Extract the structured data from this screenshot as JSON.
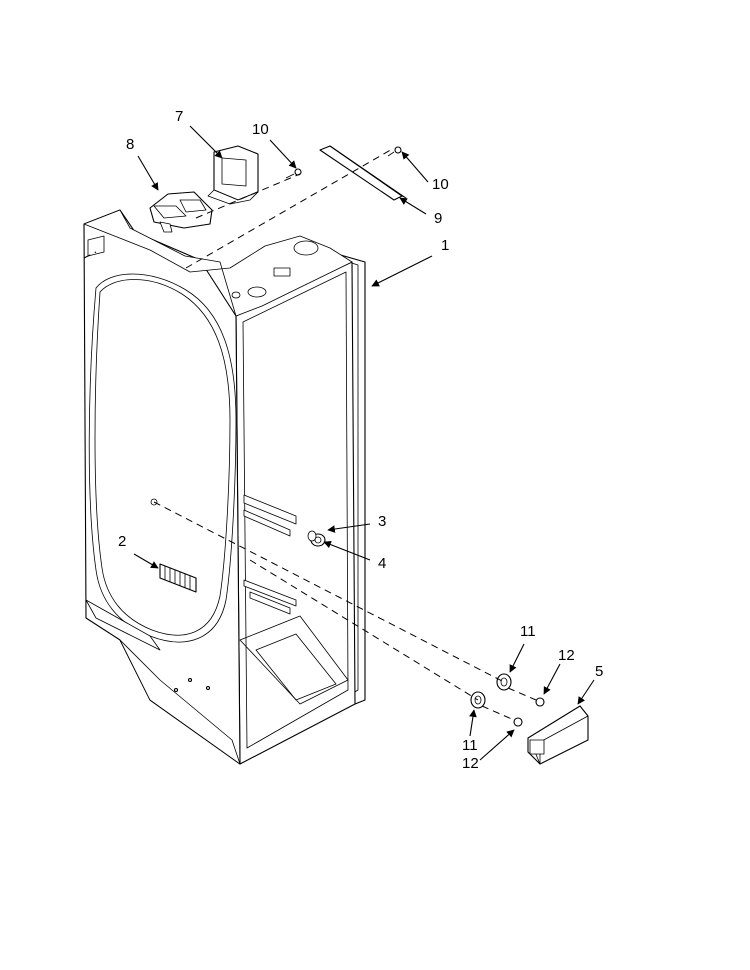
{
  "callouts": {
    "c1": "1",
    "c2": "2",
    "c3": "3",
    "c4": "4",
    "c5": "5",
    "c7": "7",
    "c8": "8",
    "c9": "9",
    "c10a": "10",
    "c10b": "10",
    "c11a": "11",
    "c11b": "11",
    "c12a": "12",
    "c12b": "12"
  }
}
